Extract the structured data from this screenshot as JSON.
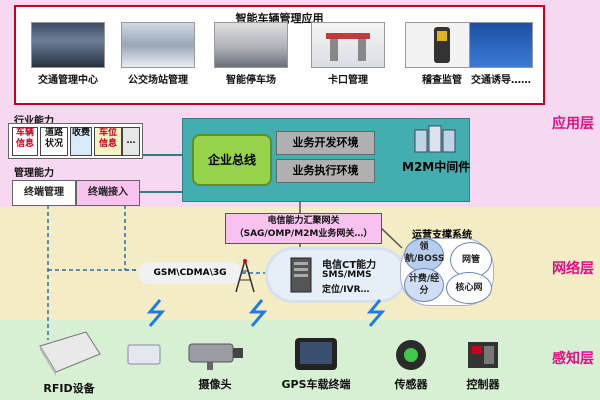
{
  "layers": {
    "application": "应用层",
    "network": "网络层",
    "perception": "感知层"
  },
  "top_panel": {
    "title": "智能车辆管理应用",
    "apps": [
      {
        "label": "交通管理中心",
        "icon": "traffic-center-photo"
      },
      {
        "label": "公交场站管理",
        "icon": "bus-station-photo"
      },
      {
        "label": "智能停车场",
        "icon": "parking-lot-photo"
      },
      {
        "label": "卡口管理",
        "icon": "checkpoint-gate-photo"
      },
      {
        "label": "稽查监管",
        "icon": "handheld-inspector-photo"
      },
      {
        "label": "交通诱导……",
        "icon": "guidance-board-photo"
      }
    ]
  },
  "industry": {
    "title": "行业能力",
    "chips": [
      "车辆信息",
      "道路状况",
      "收费",
      "车位信息",
      "…"
    ]
  },
  "management": {
    "title": "管理能力",
    "items": [
      "终端管理",
      "终端接入"
    ]
  },
  "middleware": {
    "bus": "企业总线",
    "dev_env": "业务开发环境",
    "exec_env": "业务执行环境",
    "name": "M2M中间件"
  },
  "gateway": {
    "line1": "电信能力汇聚网关",
    "line2": "（SAG/OMP/M2M业务网关…）"
  },
  "telecom": {
    "title": "电信CT能力",
    "line1": "SMS/MMS",
    "line2": "定位/IVR…"
  },
  "gsm": "GSM\\CDMA\\3G",
  "ops": {
    "title": "运营支撑系统",
    "nodes": [
      "领航/BOSS",
      "网管",
      "计费/经分",
      "核心网"
    ]
  },
  "devices": [
    {
      "label": "RFID设备",
      "icon": "rfid-reader-icon"
    },
    {
      "label": "摄像头",
      "icon": "camera-icon"
    },
    {
      "label": "GPS车载终端",
      "icon": "gps-terminal-icon"
    },
    {
      "label": "传感器",
      "icon": "sensor-icon"
    },
    {
      "label": "控制器",
      "icon": "controller-icon"
    }
  ],
  "colors": {
    "app_band": "#f6d9f1",
    "net_band": "#f3ecc4",
    "sense_band": "#d7f0d4",
    "layer_label": "#e0117f",
    "accent_red": "#c8001e",
    "teal": "#43aeb0",
    "bus_green": "#96d24a"
  }
}
